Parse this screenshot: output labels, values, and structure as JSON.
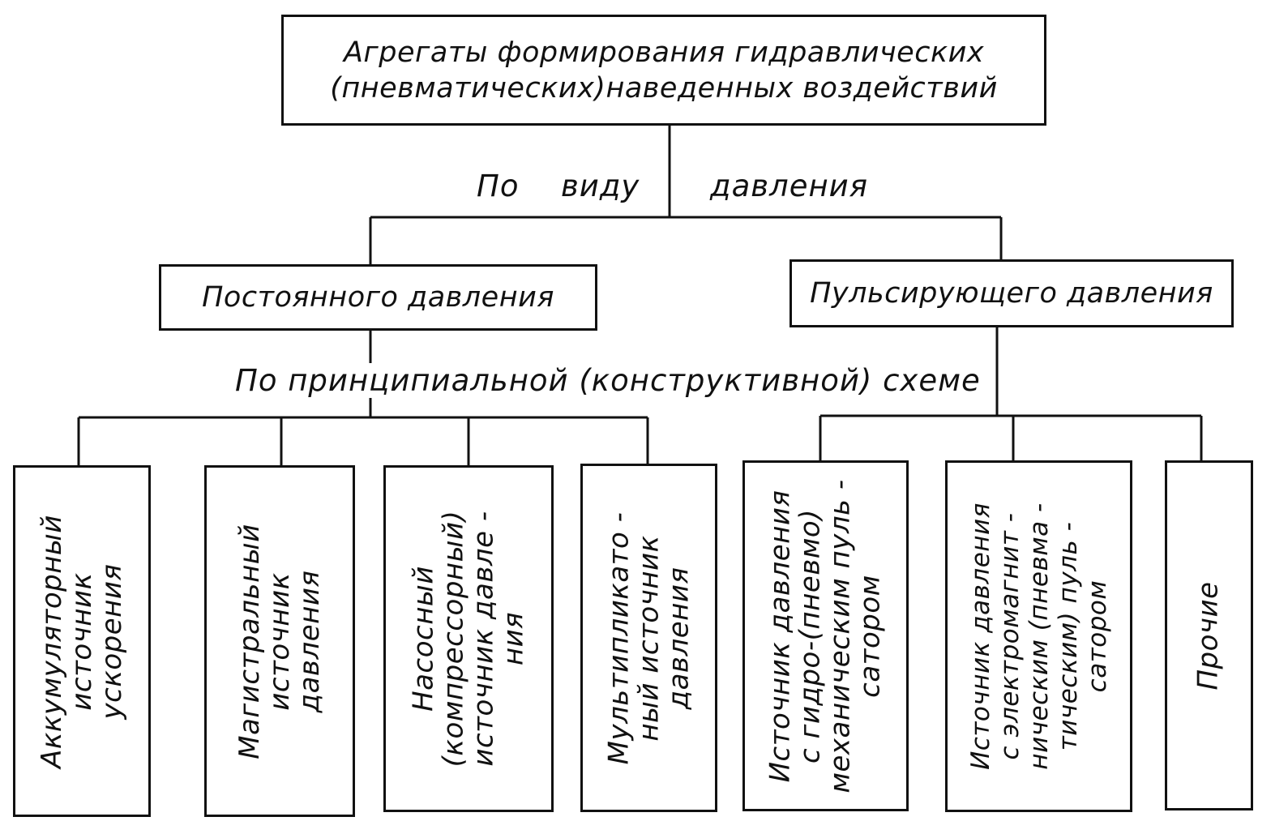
{
  "root": {
    "line1": "Агрегаты формирования  гидравлических",
    "line2": "(пневматических)наведенных воздействий"
  },
  "criterion1": {
    "word1": "По",
    "word2": "виду",
    "word3": "давления"
  },
  "level1": {
    "constant": "Постоянного давления",
    "pulsating": "Пульсирующего давления"
  },
  "criterion2": {
    "text": "По принципиальной  (конструктивной)  схеме"
  },
  "leaves": [
    {
      "line1": "Аккумуляторный",
      "line2": "источник",
      "line3": "ускорения"
    },
    {
      "line1": "Магистральный",
      "line2": "источник",
      "line3": "давления"
    },
    {
      "line1": "Насосный",
      "line2": "(компрессорный)",
      "line3": "источник давле -",
      "line4": "ния"
    },
    {
      "line1": "Мультипликато -",
      "line2": "ный  источник",
      "line3": "давления"
    },
    {
      "line1": "Источник давления",
      "line2": "с гидро-(пневмо)",
      "line3": "механическим пуль -",
      "line4": "сатором"
    },
    {
      "line1": "Источник давления",
      "line2": "с электромагнит -",
      "line3": "ническим (пневма -",
      "line4": "тическим) пуль -",
      "line5": "сатором"
    },
    {
      "line1": "Прочие"
    }
  ]
}
